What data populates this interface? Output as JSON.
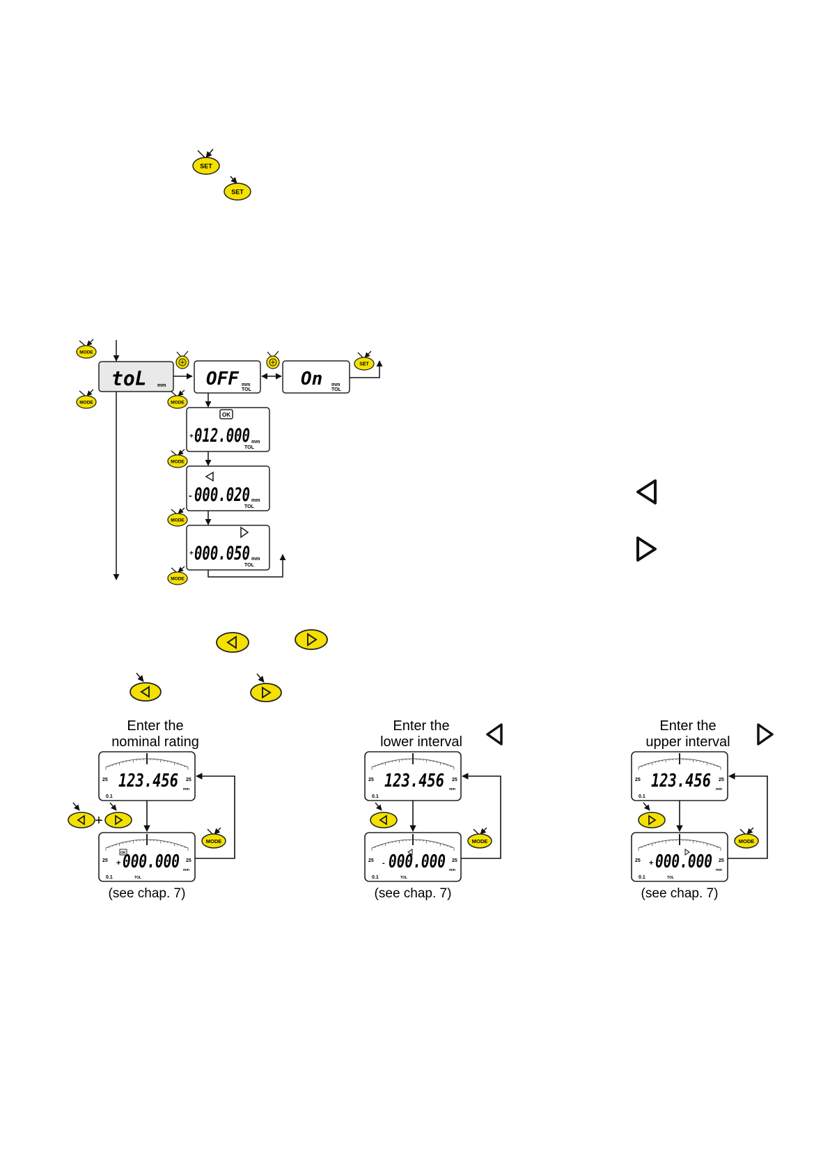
{
  "colors": {
    "button_fill": "#f4e100",
    "button_stroke": "#222222",
    "lcd_shaded": "#e9e9e9",
    "line": "#111111"
  },
  "buttons": {
    "set": "SET",
    "mode": "MODE"
  },
  "menu": {
    "tol": {
      "text": "toL",
      "unit": "mm"
    },
    "off": {
      "text": "OFF",
      "unit": "mm",
      "tag": "TOL"
    },
    "on": {
      "text": "On",
      "unit": "mm",
      "tag": "TOL"
    },
    "nominal": {
      "badge": "OK",
      "sign": "+",
      "value": "012.000",
      "unit": "mm",
      "tag": "TOL"
    },
    "lower": {
      "sign": "-",
      "value": "000.020",
      "unit": "mm",
      "tag": "TOL"
    },
    "upper": {
      "sign": "+",
      "value": "000.050",
      "unit": "mm",
      "tag": "TOL"
    }
  },
  "panels": [
    {
      "title1": "Enter the",
      "title2": "nominal rating",
      "top_value": "123.456",
      "bottom_sign": "+",
      "bottom_value": "000.000",
      "badge": "OK",
      "scale_left": "25",
      "scale_right": "25",
      "range": "0.1",
      "unit": "mm",
      "tag": "TOL",
      "caption": "(see chap. 7)",
      "plus": "+"
    },
    {
      "title1": "Enter the",
      "title2": "lower interval",
      "top_value": "123.456",
      "bottom_sign": "-",
      "bottom_value": "000.000",
      "scale_left": "25",
      "scale_right": "25",
      "range": "0.1",
      "unit": "mm",
      "tag": "TOL",
      "caption": "(see chap. 7)"
    },
    {
      "title1": "Enter the",
      "title2": "upper interval",
      "top_value": "123.456",
      "bottom_sign": "+",
      "bottom_value": "000.000",
      "scale_left": "25",
      "scale_right": "25",
      "range": "0.1",
      "unit": "mm",
      "tag": "TOL",
      "caption": "(see chap. 7)"
    }
  ]
}
